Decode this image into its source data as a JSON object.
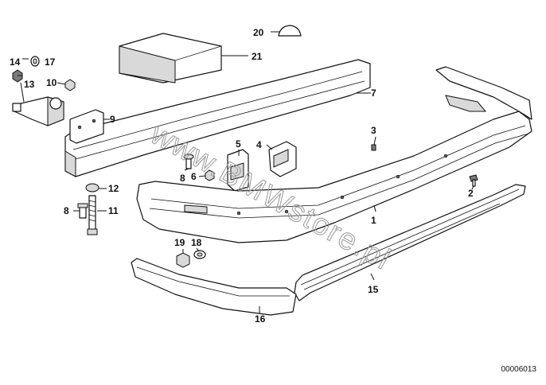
{
  "watermark": "www.BMWstore.pl",
  "diagram_code": "00006013",
  "callouts": {
    "c1": "1",
    "c2": "2",
    "c3": "3",
    "c4": "4",
    "c5": "5",
    "c6": "6",
    "c7": "7",
    "c8a": "8",
    "c8b": "8",
    "c9": "9",
    "c10": "10",
    "c11": "11",
    "c12": "12",
    "c13": "13",
    "c14": "14",
    "c15": "15",
    "c16": "16",
    "c17": "17",
    "c18": "18",
    "c19": "19",
    "c20": "20",
    "c21": "21"
  }
}
